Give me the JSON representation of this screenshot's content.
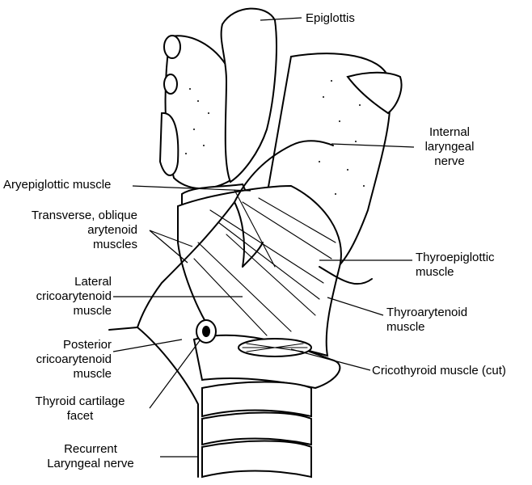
{
  "labels": {
    "epiglottis": "Epiglottis",
    "internal_laryngeal_nerve": "Internal\nlaryngeal\nnerve",
    "aryepiglottic_muscle": "Aryepiglottic muscle",
    "transverse_oblique": "Transverse, oblique\narytenoid\nmuscles",
    "thyroepiglottic": "Thyroepiglottic\nmuscle",
    "lateral_cricoarytenoid": "Lateral\ncricoarytenoid\nmuscle",
    "thyroarytenoid": "Thyroarytenoid\nmuscle",
    "posterior_cricoarytenoid": "Posterior\ncricoarytenoid\nmuscle",
    "cricothyroid": "Cricothyroid muscle (cut)",
    "thyroid_facet": "Thyroid cartilage\nfacet",
    "recurrent_nerve": "Recurrent\nLaryngeal nerve"
  }
}
